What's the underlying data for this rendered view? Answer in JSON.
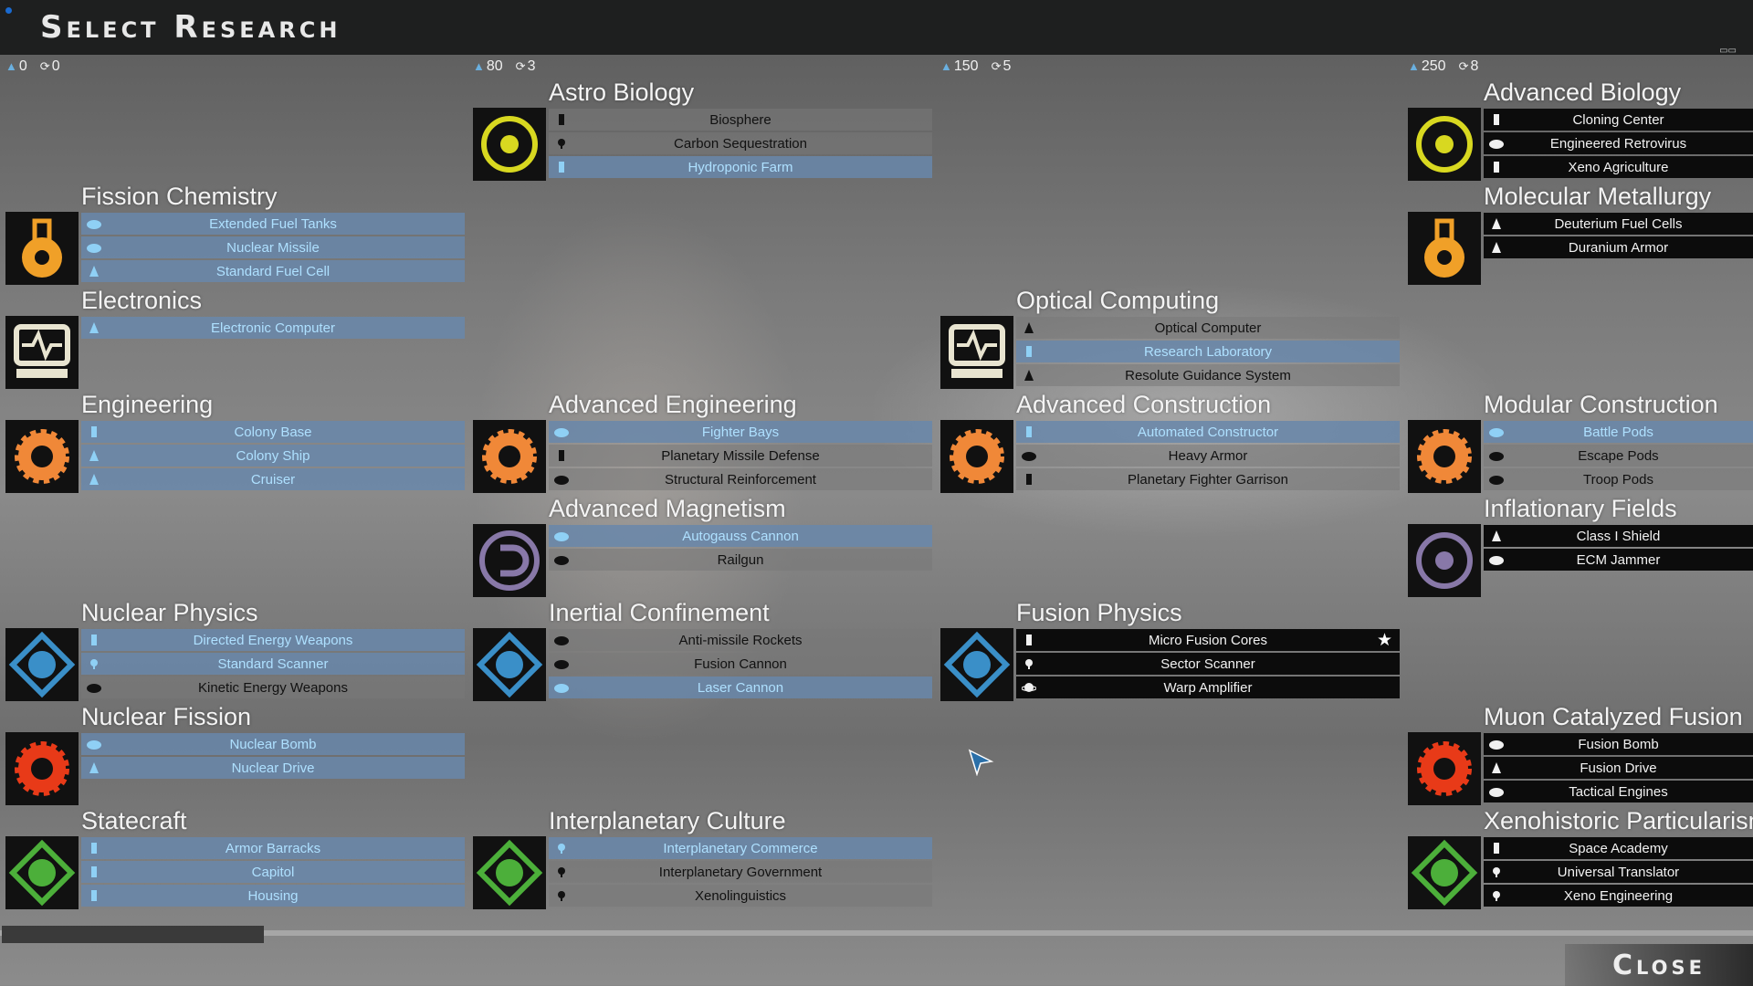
{
  "header": {
    "title": "Select Research"
  },
  "columns": [
    {
      "cost": "0",
      "turns": "0"
    },
    {
      "cost": "80",
      "turns": "3"
    },
    {
      "cost": "150",
      "turns": "5"
    },
    {
      "cost": "250",
      "turns": "8"
    }
  ],
  "groups": [
    {
      "col": 0,
      "slot": 1,
      "title": "Fission Chemistry",
      "icon": "flask-radiation",
      "color": "#f0a028",
      "items": [
        {
          "label": "Extended Fuel Tanks",
          "type": "ship-module",
          "state": "researched"
        },
        {
          "label": "Nuclear Missile",
          "type": "ship-module",
          "state": "researched"
        },
        {
          "label": "Standard Fuel Cell",
          "type": "engine",
          "state": "researched"
        }
      ]
    },
    {
      "col": 0,
      "slot": 2,
      "title": "Electronics",
      "icon": "waveform-monitor",
      "color": "#e8e4d0",
      "items": [
        {
          "label": "Electronic Computer",
          "type": "engine",
          "state": "researched"
        }
      ]
    },
    {
      "col": 0,
      "slot": 3,
      "title": "Engineering",
      "icon": "gear",
      "color": "#f08838",
      "items": [
        {
          "label": "Colony Base",
          "type": "building",
          "state": "researched"
        },
        {
          "label": "Colony Ship",
          "type": "engine",
          "state": "researched"
        },
        {
          "label": "Cruiser",
          "type": "engine",
          "state": "researched"
        }
      ]
    },
    {
      "col": 0,
      "slot": 5,
      "title": "Nuclear Physics",
      "icon": "atom-diamond",
      "color": "#3a8fc8",
      "items": [
        {
          "label": "Directed Energy Weapons",
          "type": "building",
          "state": "researched"
        },
        {
          "label": "Standard Scanner",
          "type": "scanner",
          "state": "researched"
        },
        {
          "label": "Kinetic Energy Weapons",
          "type": "ship-module",
          "state": "available"
        }
      ]
    },
    {
      "col": 0,
      "slot": 6,
      "title": "Nuclear Fission",
      "icon": "radiation-burst",
      "color": "#e83a18",
      "items": [
        {
          "label": "Nuclear Bomb",
          "type": "ship-module",
          "state": "researched"
        },
        {
          "label": "Nuclear Drive",
          "type": "engine",
          "state": "researched"
        }
      ]
    },
    {
      "col": 0,
      "slot": 7,
      "title": "Statecraft",
      "icon": "capitol-diamond",
      "color": "#4caf3a",
      "items": [
        {
          "label": "Armor Barracks",
          "type": "building",
          "state": "researched"
        },
        {
          "label": "Capitol",
          "type": "building",
          "state": "researched"
        },
        {
          "label": "Housing",
          "type": "building",
          "state": "researched"
        }
      ]
    },
    {
      "col": 1,
      "slot": 0,
      "title": "Astro Biology",
      "icon": "microbes-circle",
      "color": "#d8d820",
      "items": [
        {
          "label": "Biosphere",
          "type": "building",
          "state": "available"
        },
        {
          "label": "Carbon Sequestration",
          "type": "scanner",
          "state": "available"
        },
        {
          "label": "Hydroponic Farm",
          "type": "building",
          "state": "researched"
        }
      ]
    },
    {
      "col": 1,
      "slot": 3,
      "title": "Advanced Engineering",
      "icon": "gear-star",
      "color": "#f08838",
      "items": [
        {
          "label": "Fighter Bays",
          "type": "ship-module",
          "state": "researched"
        },
        {
          "label": "Planetary Missile Defense",
          "type": "building",
          "state": "available"
        },
        {
          "label": "Structural Reinforcement",
          "type": "ship-module",
          "state": "available"
        }
      ]
    },
    {
      "col": 1,
      "slot": 4,
      "title": "Advanced Magnetism",
      "icon": "magnet",
      "color": "#8878a8",
      "items": [
        {
          "label": "Autogauss Cannon",
          "type": "ship-module",
          "state": "researched"
        },
        {
          "label": "Railgun",
          "type": "ship-module",
          "state": "available"
        }
      ]
    },
    {
      "col": 1,
      "slot": 5,
      "title": "Inertial Confinement",
      "icon": "star-diamond",
      "color": "#3a8fc8",
      "items": [
        {
          "label": "Anti-missile Rockets",
          "type": "ship-module",
          "state": "available"
        },
        {
          "label": "Fusion Cannon",
          "type": "ship-module",
          "state": "available"
        },
        {
          "label": "Laser Cannon",
          "type": "ship-module",
          "state": "researched"
        }
      ]
    },
    {
      "col": 1,
      "slot": 7,
      "title": "Interplanetary Culture",
      "icon": "masks-diamond",
      "color": "#4caf3a",
      "items": [
        {
          "label": "Interplanetary Commerce",
          "type": "scanner",
          "state": "researched"
        },
        {
          "label": "Interplanetary Government",
          "type": "scanner",
          "state": "available"
        },
        {
          "label": "Xenolinguistics",
          "type": "scanner",
          "state": "available"
        }
      ]
    },
    {
      "col": 2,
      "slot": 2,
      "title": "Optical Computing",
      "icon": "play-monitor",
      "color": "#e8e4d0",
      "items": [
        {
          "label": "Optical Computer",
          "type": "engine",
          "state": "available"
        },
        {
          "label": "Research Laboratory",
          "type": "building",
          "state": "researched"
        },
        {
          "label": "Resolute Guidance System",
          "type": "engine",
          "state": "available"
        }
      ]
    },
    {
      "col": 2,
      "slot": 3,
      "title": "Advanced Construction",
      "icon": "construct-gear",
      "color": "#f08838",
      "items": [
        {
          "label": "Automated Constructor",
          "type": "building",
          "state": "researched"
        },
        {
          "label": "Heavy Armor",
          "type": "ship-module",
          "state": "available"
        },
        {
          "label": "Planetary Fighter Garrison",
          "type": "building",
          "state": "available"
        }
      ]
    },
    {
      "col": 2,
      "slot": 5,
      "title": "Fusion Physics",
      "icon": "trefoil-diamond",
      "color": "#3a8fc8",
      "items": [
        {
          "label": "Micro Fusion Cores",
          "type": "building",
          "state": "locked",
          "starred": true
        },
        {
          "label": "Sector Scanner",
          "type": "scanner",
          "state": "locked"
        },
        {
          "label": "Warp Amplifier",
          "type": "planet",
          "state": "locked"
        }
      ]
    },
    {
      "col": 3,
      "slot": 0,
      "title": "Advanced Biology",
      "icon": "cell-circle",
      "color": "#d8d820",
      "items": [
        {
          "label": "Cloning Center",
          "type": "building",
          "state": "locked"
        },
        {
          "label": "Engineered Retrovirus",
          "type": "ship-module",
          "state": "locked"
        },
        {
          "label": "Xeno Agriculture",
          "type": "building",
          "state": "locked"
        }
      ]
    },
    {
      "col": 3,
      "slot": 1,
      "title": "Molecular Metallurgy",
      "icon": "flask-molecule",
      "color": "#f0a028",
      "items": [
        {
          "label": "Deuterium Fuel Cells",
          "type": "engine",
          "state": "locked"
        },
        {
          "label": "Duranium Armor",
          "type": "engine",
          "state": "locked"
        }
      ]
    },
    {
      "col": 3,
      "slot": 3,
      "title": "Modular Construction",
      "icon": "modular-gear",
      "color": "#f08838",
      "items": [
        {
          "label": "Battle Pods",
          "type": "ship-module",
          "state": "researched"
        },
        {
          "label": "Escape Pods",
          "type": "ship-module",
          "state": "available"
        },
        {
          "label": "Troop Pods",
          "type": "ship-module",
          "state": "available"
        }
      ]
    },
    {
      "col": 3,
      "slot": 4,
      "title": "Inflationary Fields",
      "icon": "rings-circle",
      "color": "#8878a8",
      "items": [
        {
          "label": "Class I Shield",
          "type": "engine",
          "state": "locked"
        },
        {
          "label": "ECM Jammer",
          "type": "ship-module",
          "state": "locked"
        }
      ]
    },
    {
      "col": 3,
      "slot": 6,
      "title": "Muon Catalyzed Fusion",
      "icon": "radiation-burst",
      "color": "#e83a18",
      "items": [
        {
          "label": "Fusion Bomb",
          "type": "ship-module",
          "state": "locked"
        },
        {
          "label": "Fusion Drive",
          "type": "engine",
          "state": "locked"
        },
        {
          "label": "Tactical Engines",
          "type": "ship-module",
          "state": "locked"
        }
      ]
    },
    {
      "col": 3,
      "slot": 7,
      "title": "Xenohistoric Particularism",
      "icon": "book-diamond",
      "color": "#4caf3a",
      "items": [
        {
          "label": "Space Academy",
          "type": "building",
          "state": "locked"
        },
        {
          "label": "Universal Translator",
          "type": "scanner",
          "state": "locked"
        },
        {
          "label": "Xeno Engineering",
          "type": "scanner",
          "state": "locked"
        }
      ]
    }
  ],
  "footer": {
    "close_label": "Close"
  }
}
